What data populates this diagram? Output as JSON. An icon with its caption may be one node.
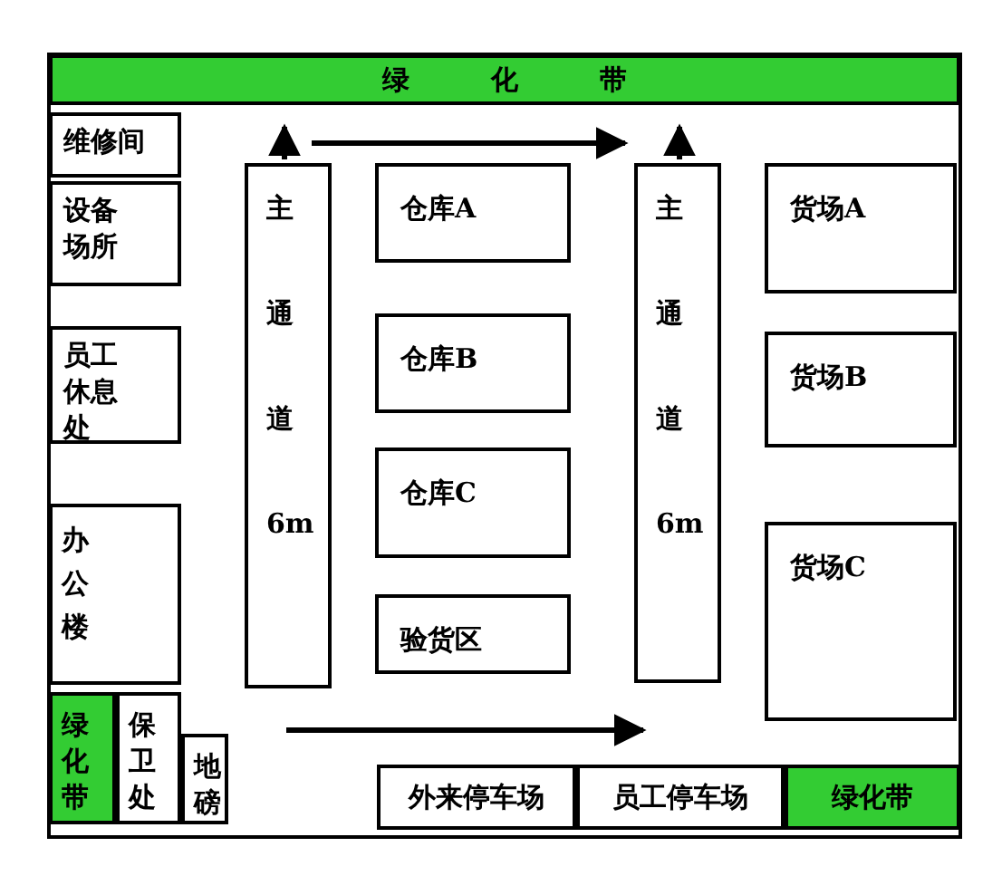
{
  "diagram": {
    "nodes": [
      {
        "text": [
          "绿 化 带"
        ]
      },
      {
        "text": [
          "维修间"
        ]
      },
      {
        "text": [
          "设备场所"
        ]
      },
      {
        "text": [
          "员工休息处"
        ]
      },
      {
        "text": [
          "办公楼"
        ]
      },
      {
        "text": [
          "绿化带"
        ]
      },
      {
        "text": [
          "保卫处"
        ]
      },
      {
        "text": [
          "地磅"
        ]
      },
      {
        "text": [
          "主通道6m"
        ]
      },
      {
        "text": [
          "仓库A"
        ]
      },
      {
        "text": [
          "仓库B"
        ]
      },
      {
        "text": [
          "仓库C"
        ]
      },
      {
        "text": [
          "验货区"
        ]
      },
      {
        "text": [
          "主通道6m"
        ]
      },
      {
        "text": [
          "货场A"
        ]
      },
      {
        "text": [
          "货场B"
        ]
      },
      {
        "text": [
          "货场C"
        ]
      },
      {
        "text": [
          "外来停车场"
        ]
      },
      {
        "text": [
          "员工停车场"
        ]
      },
      {
        "text": [
          "绿化带"
        ]
      }
    ],
    "edges": []
  }
}
